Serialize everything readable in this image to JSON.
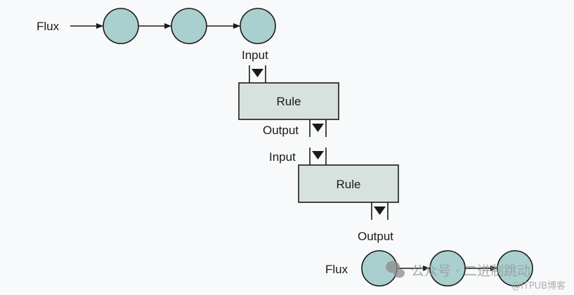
{
  "diagram": {
    "colors": {
      "node_fill": "#a9d0cf",
      "rule_fill": "#d7e2de",
      "stroke": "#1a1a1a",
      "background": "#f8f9fa"
    },
    "top_flux": {
      "label": "Flux",
      "node_count": 3
    },
    "rules": [
      {
        "label": "Rule",
        "input_label": "Input",
        "output_label": "Output"
      },
      {
        "label": "Rule",
        "input_label": "Input",
        "output_label": "Output"
      }
    ],
    "bottom_flux": {
      "label": "Flux",
      "node_count": 3
    }
  },
  "watermark": {
    "main": "公众号 · 二进制跳动",
    "sub": "@ITPUB博客"
  }
}
